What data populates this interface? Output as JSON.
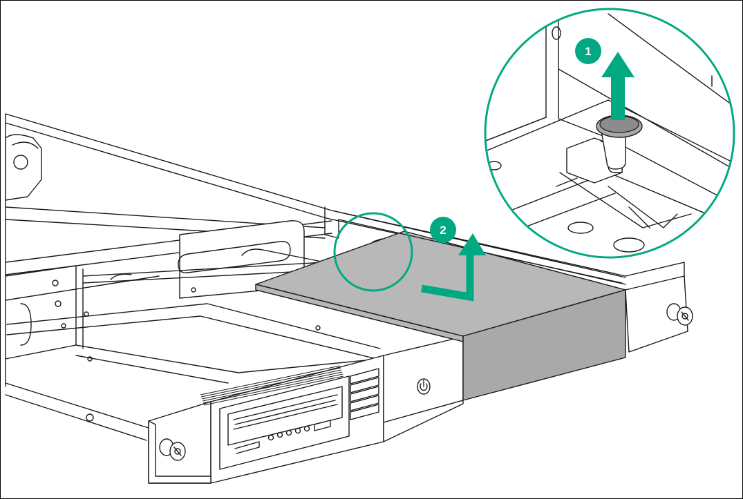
{
  "figure": {
    "accent_color": "#01a982",
    "callouts": [
      {
        "number": "1",
        "action": "lift-plunger-up"
      },
      {
        "number": "2",
        "action": "slide-and-lift-blank-up"
      }
    ],
    "highlighted_component": "optical-drive-blank",
    "icons": [
      "power-icon",
      "thumbscrew-icon",
      "up-arrow-icon",
      "l-shaped-arrow-icon",
      "magnifier-circle"
    ]
  }
}
